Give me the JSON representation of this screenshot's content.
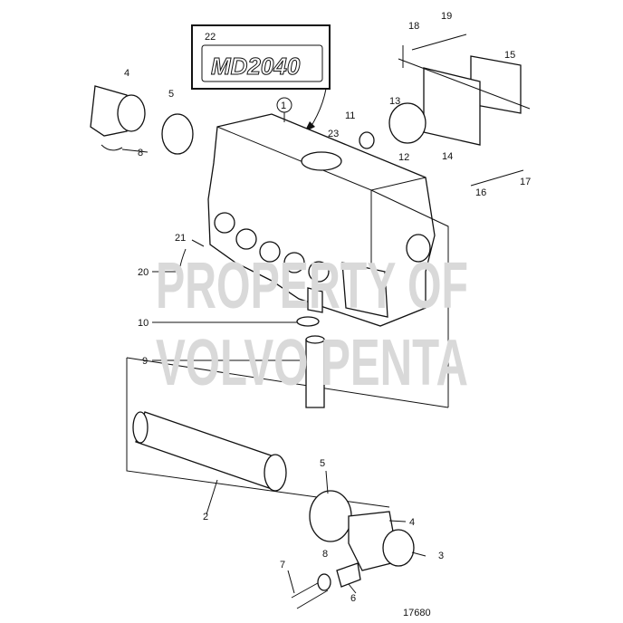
{
  "watermark": {
    "line1": "PROPERTY OF",
    "line2": "VOLVO PENTA"
  },
  "decal": {
    "callout": "22",
    "text": "MD2040"
  },
  "callouts": [
    "1",
    "4",
    "5",
    "8",
    "18",
    "19",
    "15",
    "13",
    "11",
    "12",
    "14",
    "23",
    "16",
    "17",
    "21",
    "20",
    "10",
    "9",
    "5",
    "4",
    "2",
    "3",
    "8",
    "7",
    "6"
  ],
  "figure_number": "17680"
}
